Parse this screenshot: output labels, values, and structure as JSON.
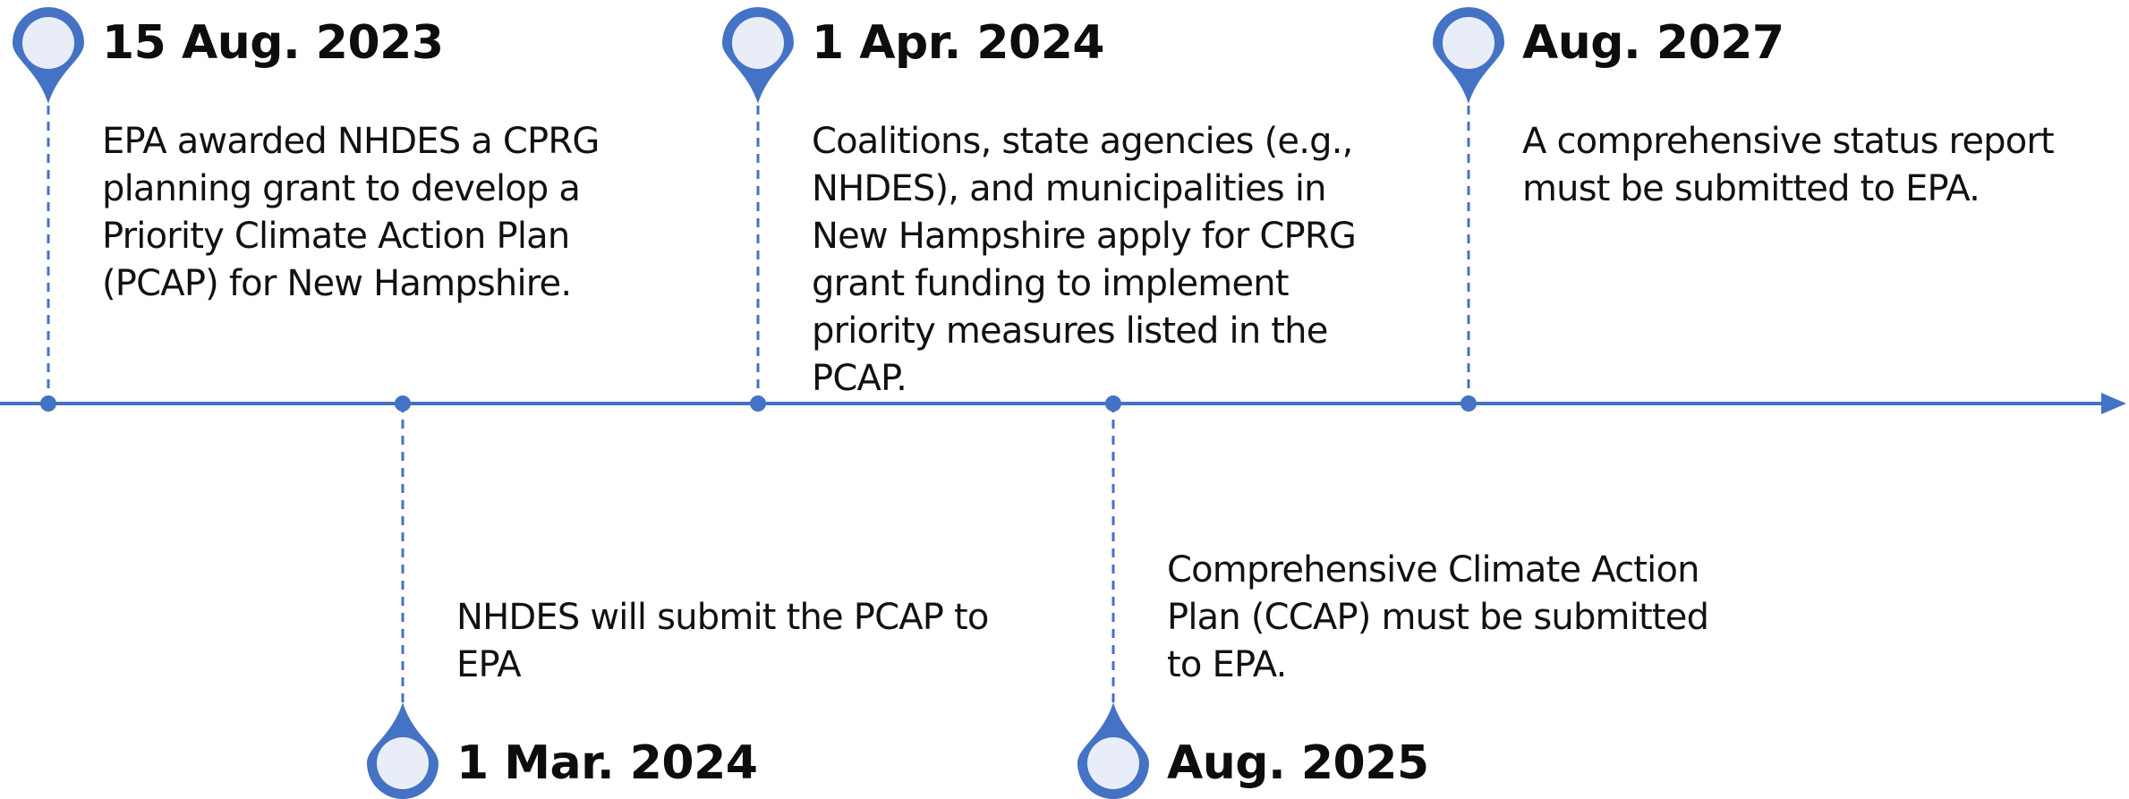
{
  "colors": {
    "accent": "#4472C4",
    "pin_fill": "#E8EDF7",
    "text": "#111111"
  },
  "events": [
    {
      "date": "15 Aug. 2023",
      "lines": [
        "EPA awarded NHDES a CPRG",
        "planning grant to develop a",
        "Priority Climate Action Plan",
        "(PCAP) for New Hampshire."
      ]
    },
    {
      "date": "1 Mar. 2024",
      "lines": [
        "NHDES will submit the PCAP to",
        "EPA"
      ]
    },
    {
      "date": "1 Apr. 2024",
      "lines": [
        "Coalitions, state agencies (e.g.,",
        "NHDES), and municipalities in",
        "New Hampshire apply for CPRG",
        "grant funding to implement",
        "priority measures listed in the",
        "PCAP."
      ]
    },
    {
      "date": "Aug. 2025",
      "lines": [
        "Comprehensive Climate Action",
        "Plan (CCAP) must be submitted",
        "to EPA."
      ]
    },
    {
      "date": "Aug. 2027",
      "lines": [
        "A comprehensive status report",
        "must be submitted to EPA."
      ]
    }
  ]
}
